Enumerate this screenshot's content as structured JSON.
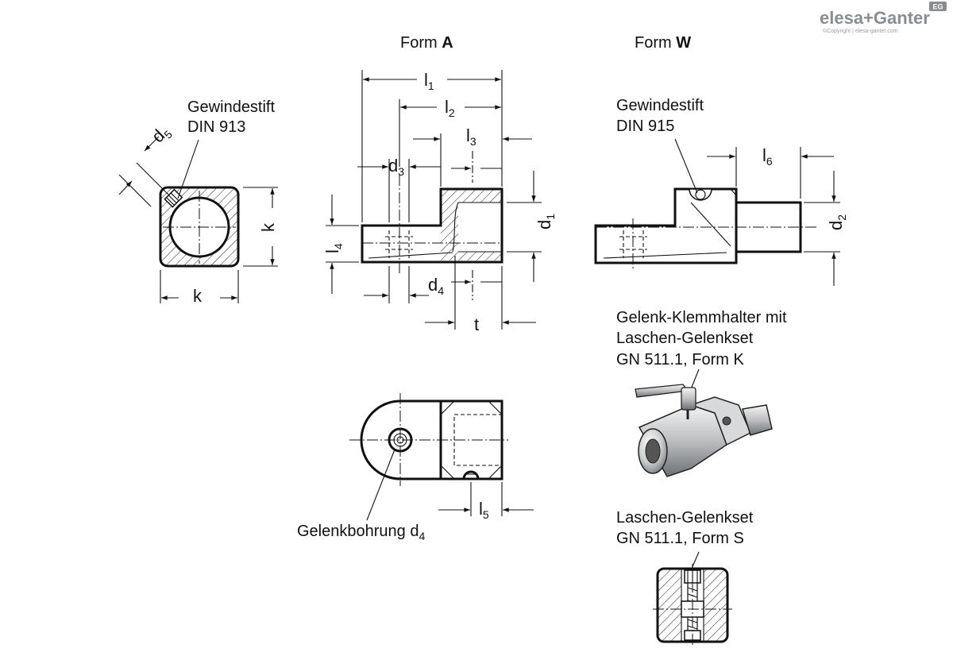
{
  "logo": {
    "brand": "elesa+Ganter",
    "badge": "EG",
    "copyright": "©Copyright | elesa-ganter.com"
  },
  "headings": {
    "form_a_prefix": "Form ",
    "form_a_letter": "A",
    "form_w_prefix": "Form ",
    "form_w_letter": "W"
  },
  "labels": {
    "setscrew_a_line1": "Gewindestift",
    "setscrew_a_line2": "DIN 913",
    "setscrew_w_line1": "Gewindestift",
    "setscrew_w_line2": "DIN 915",
    "bore_label": "Gelenkbohrung d",
    "bore_label_sub": "4",
    "kit_k_line1": "Gelenk-Klemmhalter mit",
    "kit_k_line2": "Laschen-Gelenkset",
    "kit_k_line3": "GN 511.1, Form K",
    "kit_s_line1": "Laschen-Gelenkset",
    "kit_s_line2": "GN 511.1, Form S"
  },
  "dimensions": {
    "d5": {
      "main": "d",
      "sub": "5"
    },
    "k_side": "k",
    "k_bottom": "k",
    "l1": {
      "main": "l",
      "sub": "1"
    },
    "l2": {
      "main": "l",
      "sub": "2"
    },
    "l3": {
      "main": "l",
      "sub": "3"
    },
    "d3": {
      "main": "d",
      "sub": "3"
    },
    "d1": {
      "main": "d",
      "sub": "1"
    },
    "l4": {
      "main": "l",
      "sub": "4"
    },
    "d4": {
      "main": "d",
      "sub": "4"
    },
    "t": "t",
    "l5": {
      "main": "l",
      "sub": "5"
    },
    "l6": {
      "main": "l",
      "sub": "6"
    },
    "d2": {
      "main": "d",
      "sub": "2"
    }
  }
}
